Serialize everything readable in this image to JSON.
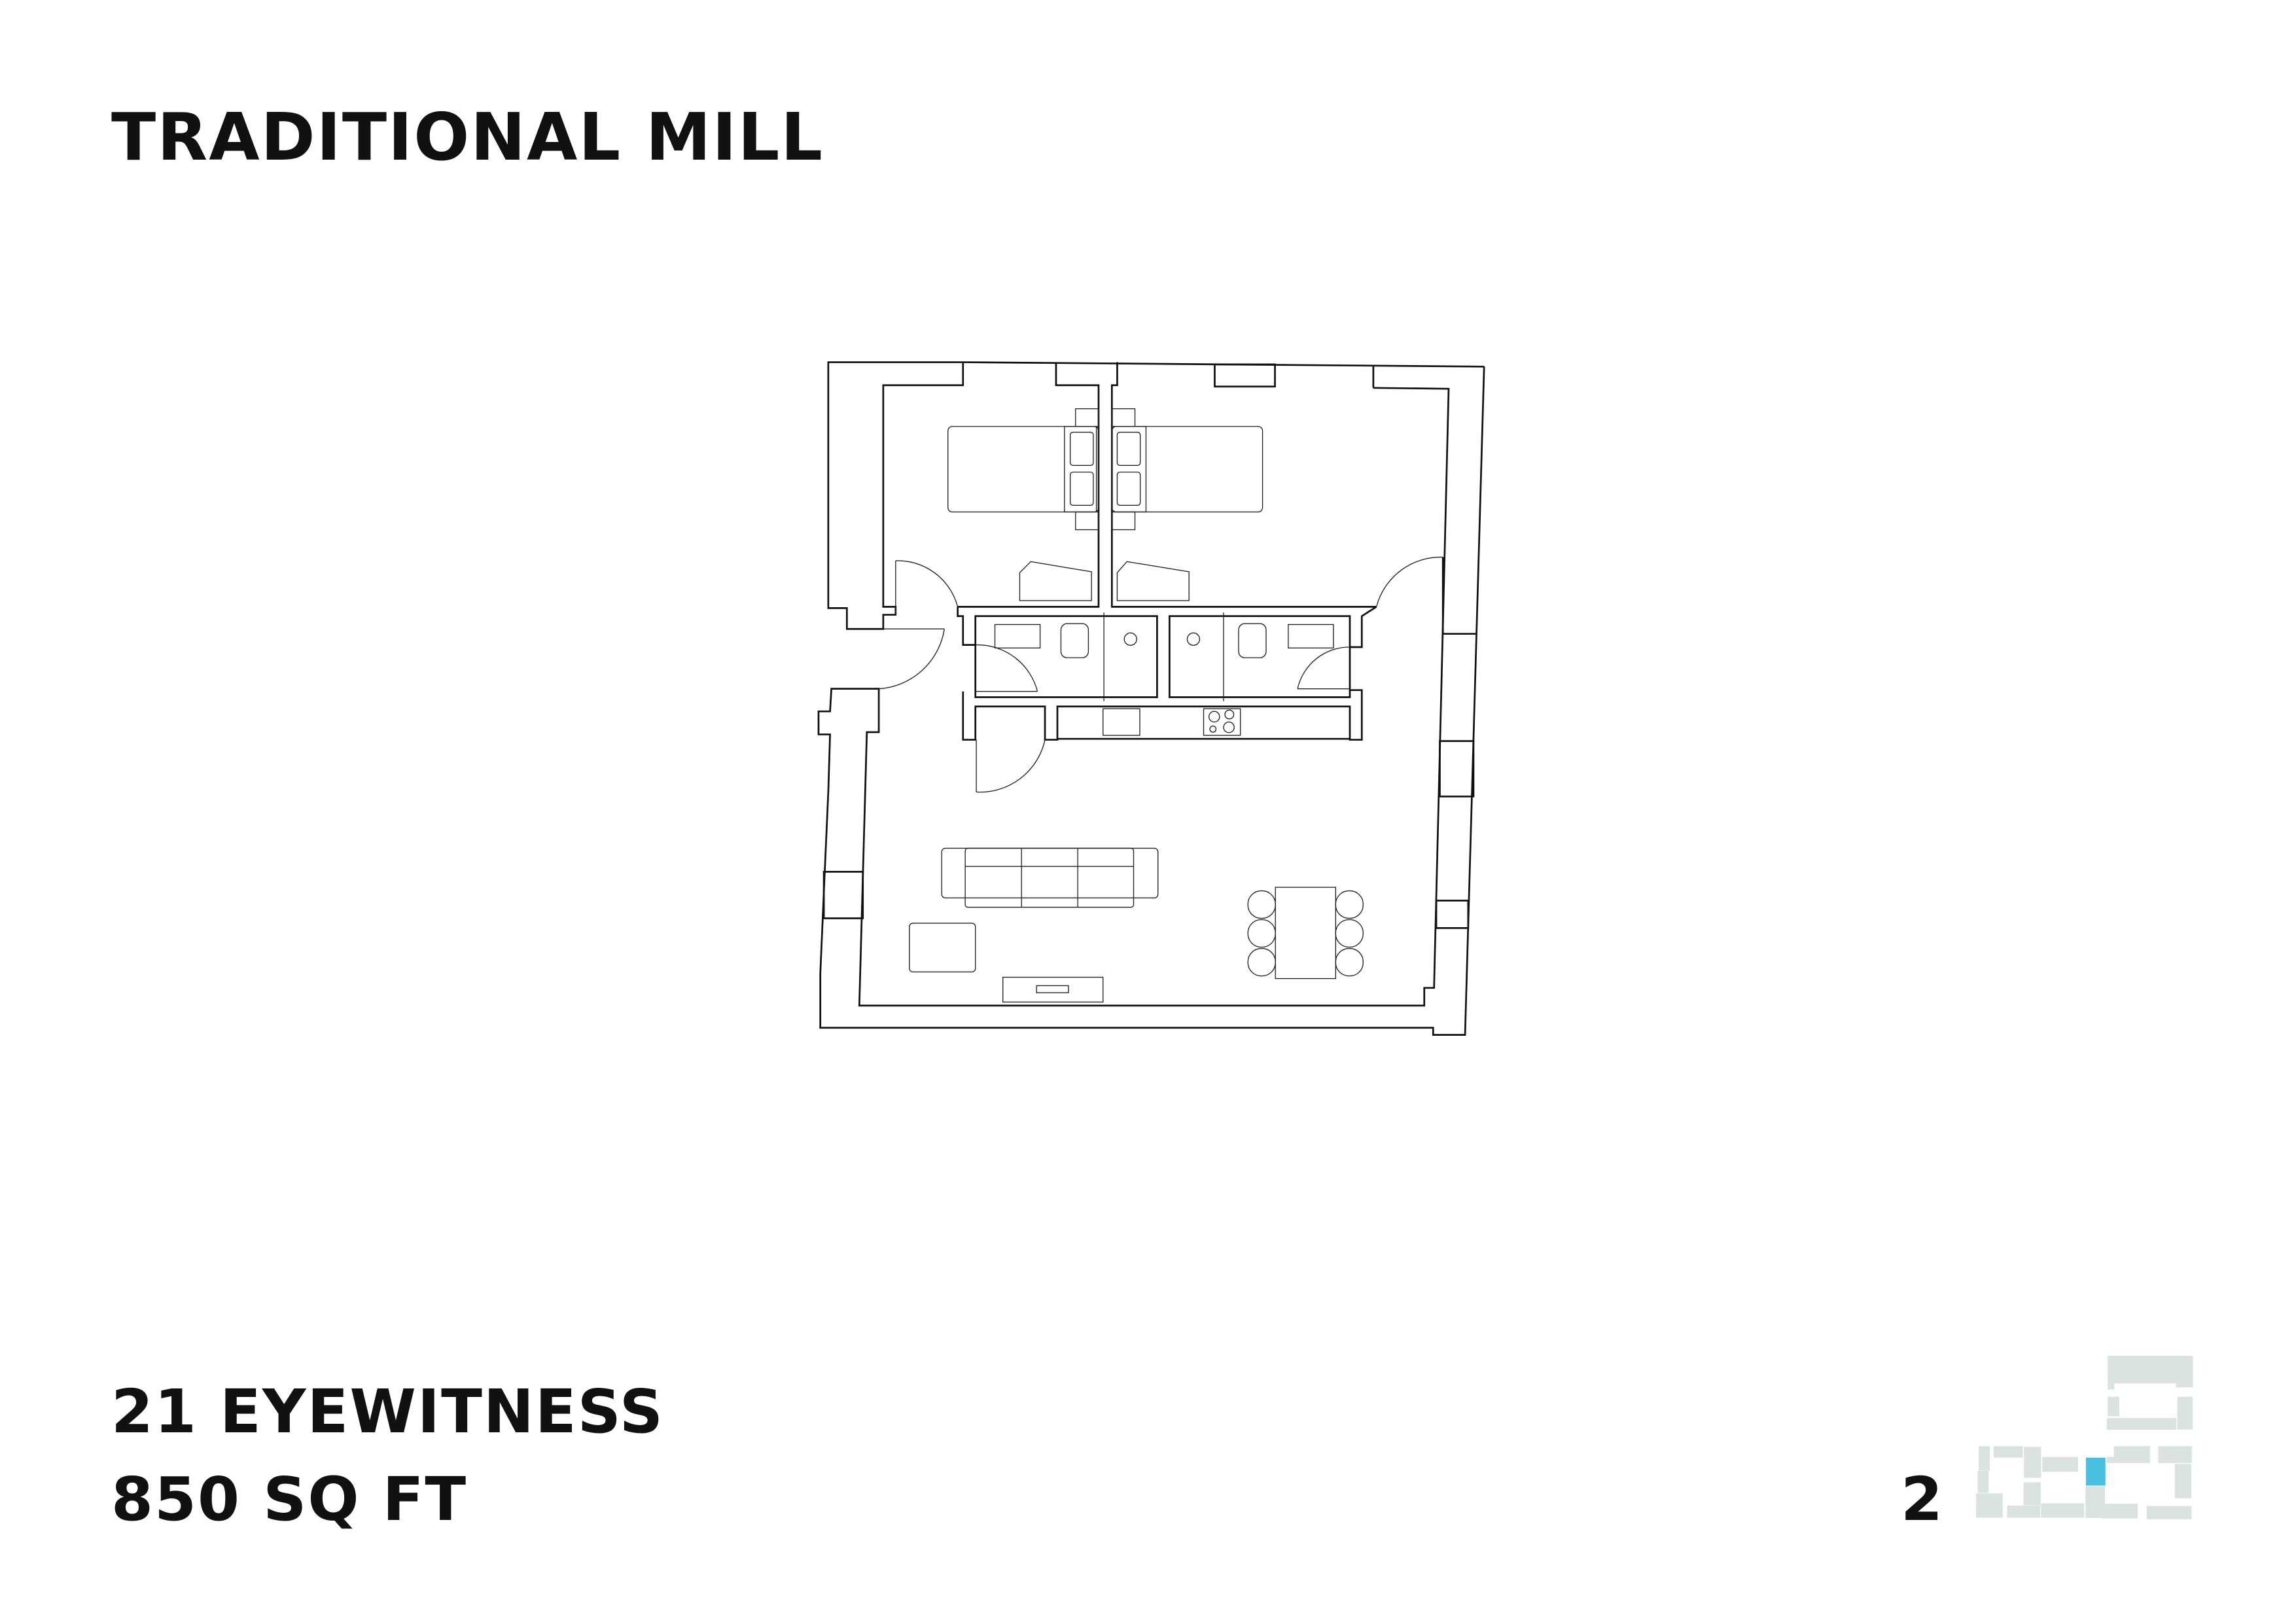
{
  "header": {
    "development": "TRADITIONAL MILL"
  },
  "unit": {
    "name": "21 EYEWITNESS",
    "area": "850 SQ FT",
    "floor": "2"
  },
  "colors": {
    "highlight": "#4bbfe0",
    "key_plan_units": "#dbe3e2",
    "text": "#111111"
  }
}
